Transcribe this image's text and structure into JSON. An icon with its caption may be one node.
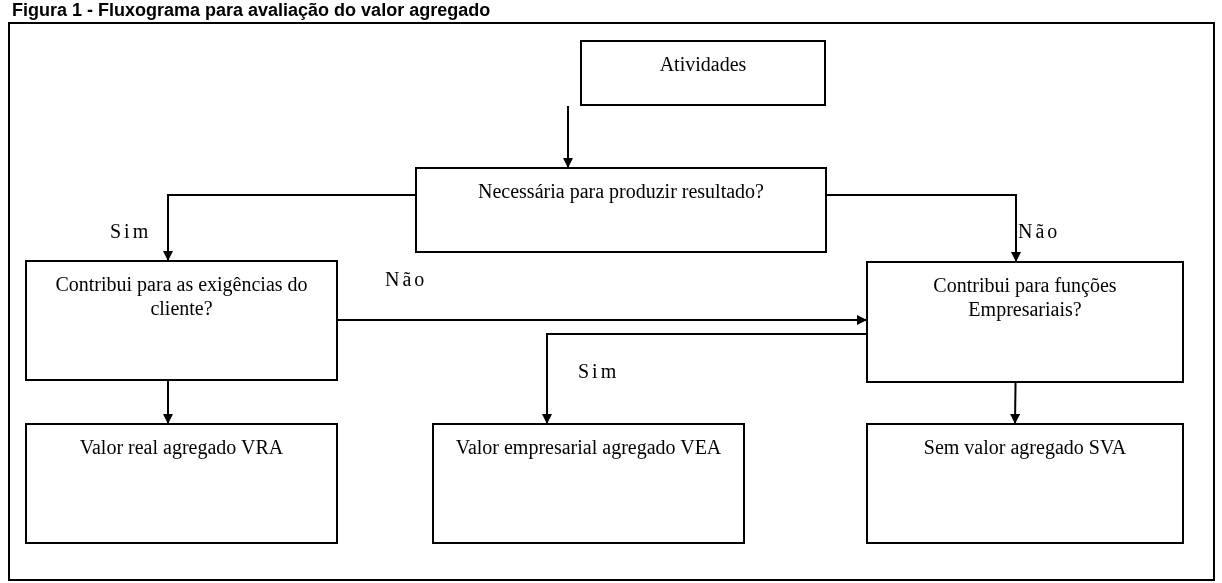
{
  "diagram": {
    "title": "Figura 1 - Fluxograma para avaliação do valor agregado",
    "nodes": [
      {
        "text": [
          "Atividades"
        ]
      },
      {
        "text": [
          "Necessária para produzir resultado?"
        ]
      },
      {
        "text": [
          "Contribui para as exigências do cliente?"
        ]
      },
      {
        "text": [
          "Contribui para funções Empresariais?"
        ]
      },
      {
        "text": [
          "Valor real agregado VRA"
        ]
      },
      {
        "text": [
          "Valor empresarial agregado VEA"
        ]
      },
      {
        "text": [
          "Sem valor agregado SVA"
        ]
      }
    ],
    "edges": [
      {
        "from": 0,
        "to": 1,
        "arrow": "to"
      },
      {
        "from": 1,
        "to": 2,
        "arrow": "to",
        "label": "Sim"
      },
      {
        "from": 1,
        "to": 3,
        "arrow": "to",
        "label": "Não"
      },
      {
        "from": 2,
        "to": 3,
        "arrow": "to",
        "label": "Não"
      },
      {
        "from": 3,
        "to": 5,
        "arrow": "to",
        "label": "Sim"
      },
      {
        "from": 2,
        "to": 4,
        "arrow": "to"
      },
      {
        "from": 3,
        "to": 6,
        "arrow": "to"
      }
    ]
  }
}
